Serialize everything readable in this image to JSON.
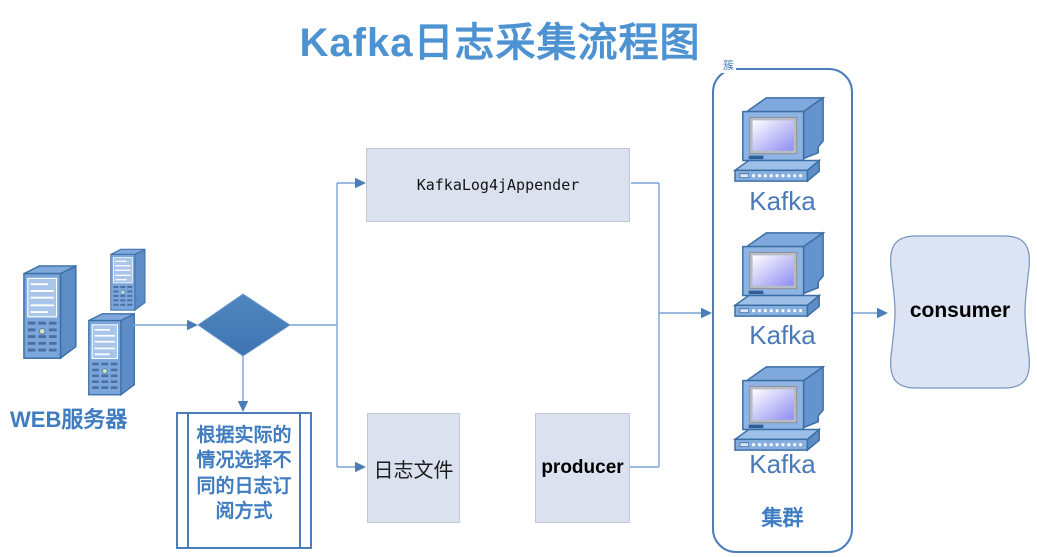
{
  "title": "Kafka日志采集流程图",
  "diagram": {
    "web_servers_label": "WEB服务器",
    "appender_label": "KafkaLog4jAppender",
    "decision_note": "根据实际的情况选择不同的日志订阅方式",
    "log_file_label": "日志文件",
    "producer_label": "producer",
    "consumer_label": "consumer",
    "cluster_tag": "簇",
    "cluster_label": "集群",
    "kafka_node_labels": [
      "Kafka",
      "Kafka",
      "Kafka"
    ]
  },
  "colors": {
    "title_blue": "#4d92d1",
    "accent_blue": "#4a7ebb",
    "label_blue": "#3f7cc0",
    "kafka_label_blue": "#4a7ab8",
    "box_fill": "#dce1f0",
    "box_border": "#c2c7d6",
    "connector_line": "#7aa3d6",
    "arrowhead": "#4a7eb8",
    "diamond_fill": "#4681ba",
    "icon_blue": "#7ba6db",
    "icon_outline": "#3a6ea5",
    "screen_gradient_start": "#ffffff",
    "screen_gradient_end": "#8f8cf2"
  }
}
